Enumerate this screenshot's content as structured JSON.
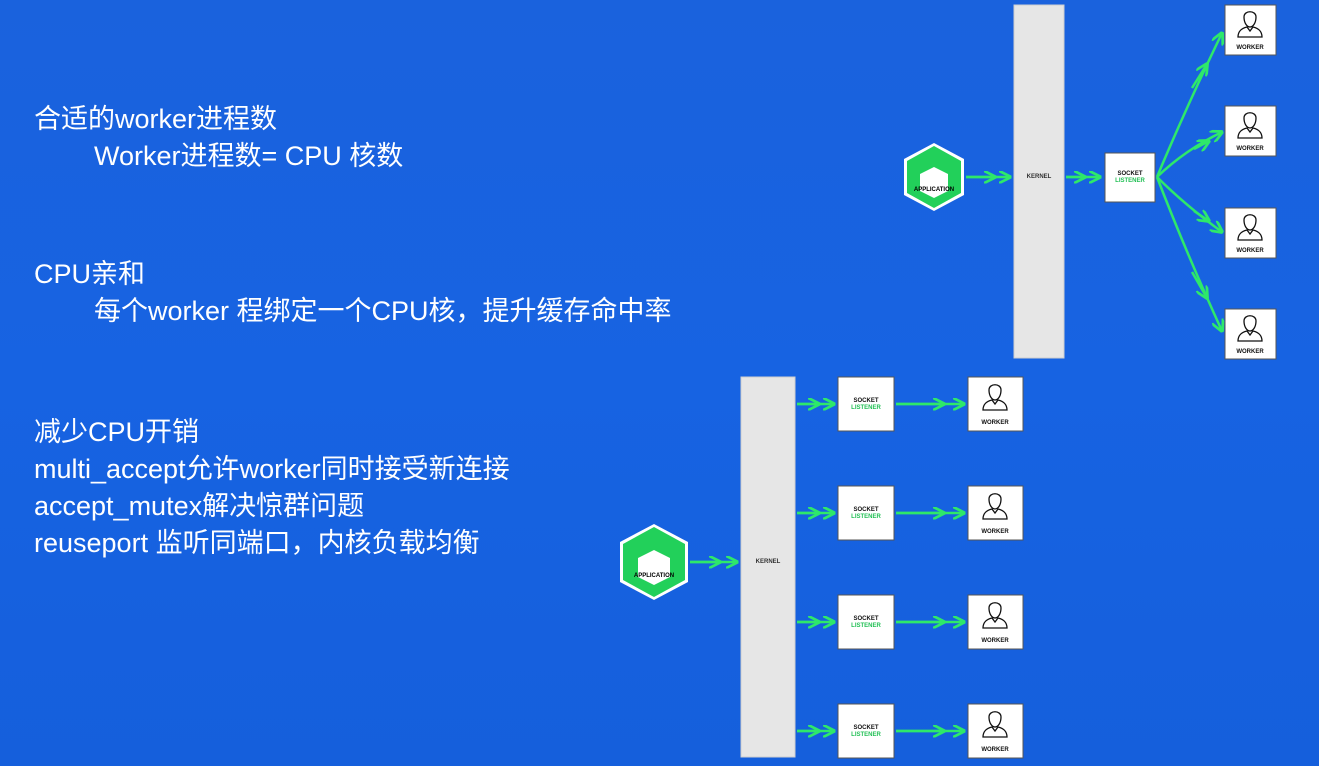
{
  "sections": [
    {
      "heading": "合适的worker进程数",
      "lines": [
        "Worker进程数= CPU 核数"
      ]
    },
    {
      "heading": "CPU亲和",
      "lines": [
        "每个worker 程绑定一个CPU核，提升缓存命中率"
      ]
    },
    {
      "heading": "减少CPU开销",
      "lines": [
        "multi_accept允许worker同时接受新连接",
        "accept_mutex解决惊群问题",
        "reuseport 监听同端口，内核负载均衡"
      ]
    }
  ],
  "diagram_top": {
    "application_label": "APPLICATION",
    "kernel_label": "KERNEL",
    "socket_label_1": "SOCKET",
    "socket_label_2": "LISTENER",
    "worker_labels": [
      "WORKER",
      "WORKER",
      "WORKER",
      "WORKER"
    ]
  },
  "diagram_bottom": {
    "application_label": "APPLICATION",
    "kernel_label": "KERNEL",
    "socket_label_1": "SOCKET",
    "socket_label_2": "LISTENER",
    "worker_labels": [
      "WORKER",
      "WORKER",
      "WORKER",
      "WORKER"
    ]
  },
  "colors": {
    "background": "#1763e2",
    "arrow": "#2ee86a",
    "application_green": "#22d05a",
    "kernel_fill": "#e6e6e6",
    "box_fill": "#ffffff"
  }
}
